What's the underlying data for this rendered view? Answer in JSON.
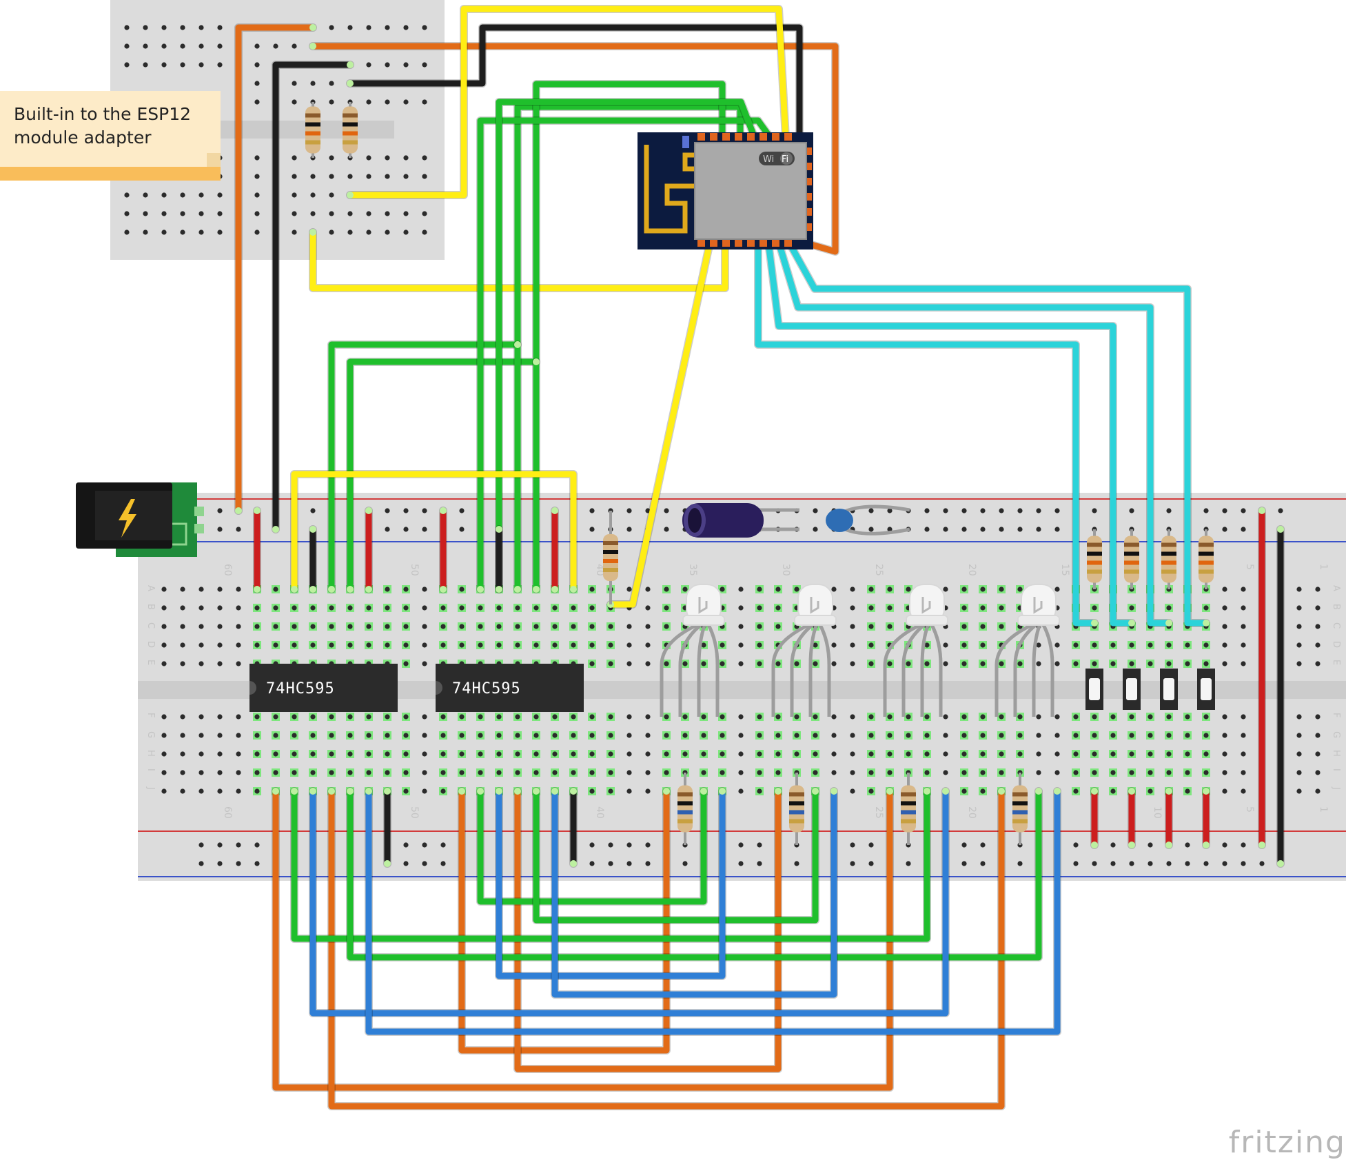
{
  "note": {
    "line1": "Built-in to the ESP12",
    "line2": "module adapter"
  },
  "chips": [
    "74HC595",
    "74HC595"
  ],
  "esp_module": {
    "badge_left": "Wi",
    "badge_right": "Fi"
  },
  "breadboard_numbers": [
    "60",
    "50",
    "40",
    "35",
    "30",
    "25",
    "20",
    "15",
    "10",
    "5",
    "1"
  ],
  "breadboard_letters_top": [
    "A",
    "B",
    "C",
    "D",
    "E"
  ],
  "breadboard_letters_bottom": [
    "F",
    "G",
    "H",
    "I",
    "J"
  ],
  "logo": "fritzing",
  "wire_colors": {
    "orange": "#e26b17",
    "black": "#1e1e1e",
    "yellow": "#ffee14",
    "green": "#1fbf2c",
    "blue": "#2f7fd6",
    "cyan": "#2bd3d9",
    "red": "#cc1e1e",
    "gray": "#9d9d9d"
  }
}
